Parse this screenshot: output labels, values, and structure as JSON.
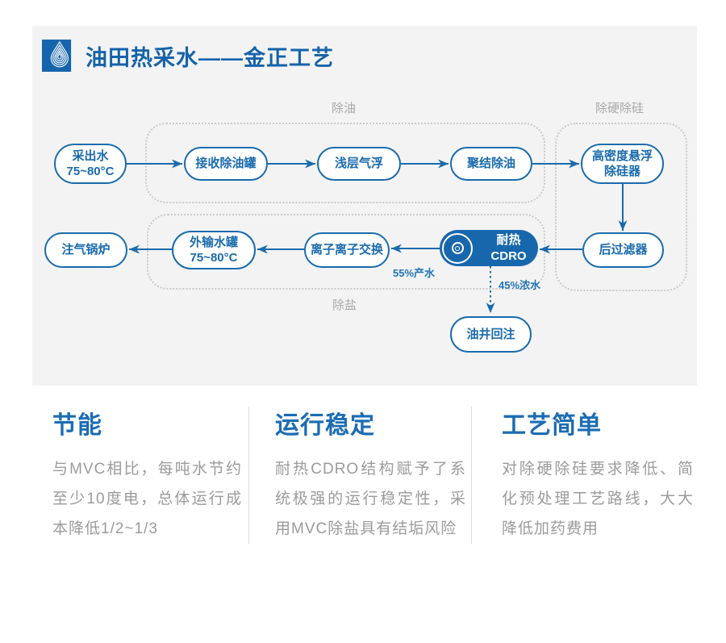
{
  "header": {
    "title": "油田热采水——金正工艺"
  },
  "colors": {
    "primary_blue": "#1a6bad",
    "cdro_fill": "#1767ad",
    "title_blue": "#1563a9",
    "heading_blue": "#1b6cb3",
    "panel_bg": "#f3f3f4",
    "group_border_gray": "#c9c9cb",
    "group_label_gray": "#a8a8a8",
    "body_gray": "#9b9b9b"
  },
  "diagram": {
    "groups": {
      "deoiling": {
        "label": "除油"
      },
      "hardness_silica": {
        "label": "除硬除硅"
      },
      "desalination": {
        "label": "除盐"
      }
    },
    "nodes": {
      "produced_water": {
        "label": "采出水\n75~80°C"
      },
      "receiving_tank": {
        "label": "接收除油罐"
      },
      "shallow_flotation": {
        "label": "浅层气浮"
      },
      "coalescing_deoiling": {
        "label": "聚结除油"
      },
      "high_density_clarifier": {
        "label": "高密度悬浮\n除硅器"
      },
      "post_filter": {
        "label": "后过滤器"
      },
      "cdro": {
        "label": "耐热CDRO"
      },
      "ion_exchange": {
        "label": "离子离子交换"
      },
      "export_tank": {
        "label": "外输水罐\n75~80°C"
      },
      "steam_boiler": {
        "label": "注气锅炉"
      },
      "well_reinjection": {
        "label": "油井回注"
      }
    },
    "flow_labels": {
      "product_water": "55%产水",
      "concentrate": "45%浓水"
    },
    "edges": [
      {
        "from": "produced_water",
        "to": "receiving_tank",
        "style": "solid"
      },
      {
        "from": "receiving_tank",
        "to": "shallow_flotation",
        "style": "solid"
      },
      {
        "from": "shallow_flotation",
        "to": "coalescing_deoiling",
        "style": "solid"
      },
      {
        "from": "coalescing_deoiling",
        "to": "high_density_clarifier",
        "style": "solid"
      },
      {
        "from": "high_density_clarifier",
        "to": "post_filter",
        "style": "solid"
      },
      {
        "from": "post_filter",
        "to": "cdro",
        "style": "solid"
      },
      {
        "from": "cdro",
        "to": "ion_exchange",
        "style": "solid",
        "label": "55%产水"
      },
      {
        "from": "ion_exchange",
        "to": "export_tank",
        "style": "solid"
      },
      {
        "from": "export_tank",
        "to": "steam_boiler",
        "style": "solid"
      },
      {
        "from": "cdro",
        "to": "well_reinjection",
        "style": "dotted",
        "label": "45%浓水"
      }
    ]
  },
  "features": [
    {
      "title": "节能",
      "body": "与MVC相比，每吨水节约至少10度电，总体运行成本降低1/2~1/3"
    },
    {
      "title": "运行稳定",
      "body": "耐热CDRO结构赋予了系统极强的运行稳定性，采用MVC除盐具有结垢风险"
    },
    {
      "title": "工艺简单",
      "body": "对除硬除硅要求降低、简化预处理工艺路线，大大降低加药费用"
    }
  ]
}
